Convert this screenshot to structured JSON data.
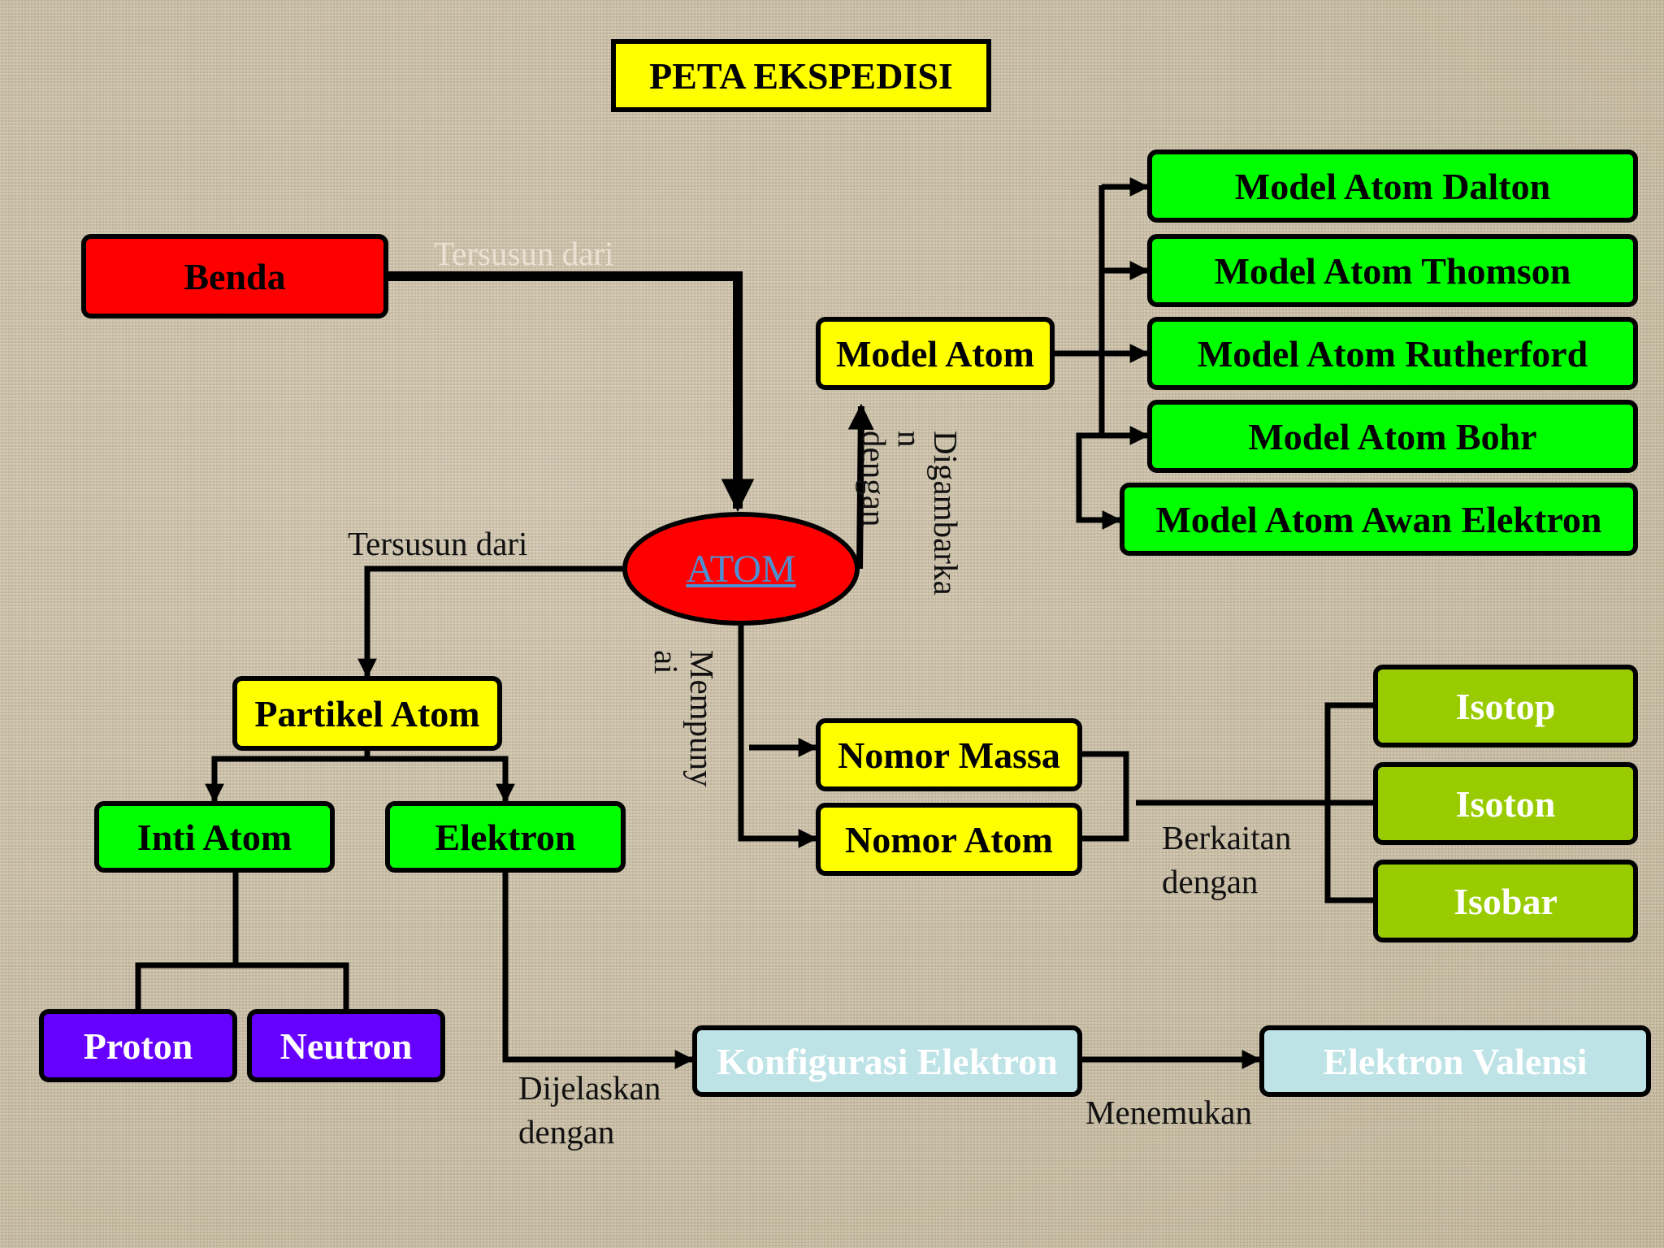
{
  "title": "PETA EKSPEDISI",
  "colors": {
    "red": "#ff0000",
    "yellow": "#ffff00",
    "green": "#00ff00",
    "olive": "#99cc00",
    "purple": "#6600ff",
    "light_blue": "#bde3e6",
    "atom_text": "#4d8fd0",
    "line": "#000000"
  },
  "nodes": {
    "benda": "Benda",
    "atom": "ATOM",
    "model_atom": "Model Atom",
    "model_dalton": "Model Atom Dalton",
    "model_thomson": "Model Atom Thomson",
    "model_rutherford": "Model Atom Rutherford",
    "model_bohr": "Model Atom Bohr",
    "model_awan": "Model Atom Awan Elektron",
    "partikel_atom": "Partikel Atom",
    "inti_atom": "Inti Atom",
    "elektron": "Elektron",
    "proton": "Proton",
    "neutron": "Neutron",
    "nomor_massa": "Nomor Massa",
    "nomor_atom": "Nomor Atom",
    "isotop": "Isotop",
    "isoton": "Isoton",
    "isobar": "Isobar",
    "konfigurasi": "Konfigurasi Elektron",
    "valensi": "Elektron Valensi"
  },
  "labels": {
    "tersusun_dari_top": "Tersusun dari",
    "tersusun_dari_left": "Tersusun dari",
    "digambarkan": "Digambarka\nn\ndengan",
    "mempunyai": "Mempuny\nai",
    "berkaitan_line1": "Berkaitan",
    "berkaitan_line2": "dengan",
    "dijelaskan_line1": "Dijelaskan",
    "dijelaskan_line2": "dengan",
    "menemukan": "Menemukan"
  }
}
